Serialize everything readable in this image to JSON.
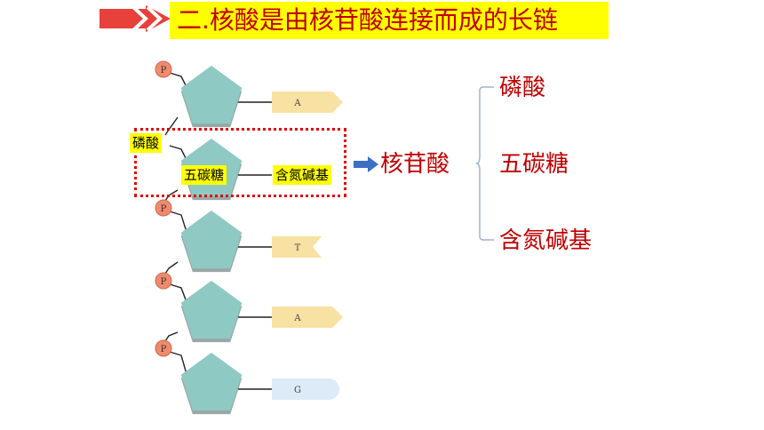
{
  "title": "二.核酸是由核苷酸连接而成的长链",
  "nucleotides": [
    {
      "phosphate": "P",
      "base": "A",
      "base_shape": "arrow"
    },
    {
      "phosphate": "",
      "base": "",
      "base_shape": "hidden"
    },
    {
      "phosphate": "P",
      "base": "T",
      "base_shape": "notch"
    },
    {
      "phosphate": "P",
      "base": "A",
      "base_shape": "arrow"
    },
    {
      "phosphate": "P",
      "base": "G",
      "base_shape": "round"
    }
  ],
  "labels": {
    "phosphate": "磷酸",
    "pentose": "五碳糖",
    "base": "含氮碱基"
  },
  "result": "核苷酸",
  "components": [
    "磷酸",
    "五碳糖",
    "含氮碱基"
  ],
  "colors": {
    "title_text": "#c00000",
    "highlight": "#ffff00",
    "pentagon": "#8ec9c4",
    "phosphate": "#f08a6c",
    "base_fill": "#f7e1a3",
    "base_g_fill": "#dcebf7"
  }
}
